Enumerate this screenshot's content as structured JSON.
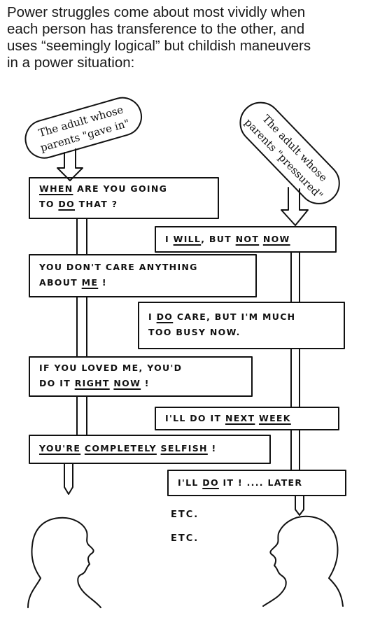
{
  "intro": {
    "line1": "Power struggles come about most vividly when",
    "line2": "each person has transference to the other, and",
    "line3": "uses “seemingly logical” but childish maneuvers",
    "line4": "in a power situation:"
  },
  "left_label": {
    "line1": "The adult whose",
    "line2": "parents \"gave in\""
  },
  "right_label": {
    "line1": "The adult whose",
    "line2": "parents \"pressured\""
  },
  "dialogue": {
    "b1": {
      "a": "WHEN",
      "b": " ARE YOU GOING",
      "c": "TO ",
      "d": "DO",
      "e": " THAT ?"
    },
    "b2": {
      "a": "I ",
      "b": "WILL",
      "c": ", BUT ",
      "d": "NOT",
      "e": " ",
      "f": "NOW"
    },
    "b3": {
      "a": "YOU DON'T CARE ANYTHING",
      "b": "ABOUT ",
      "c": "ME",
      "d": " !"
    },
    "b4": {
      "a": "I ",
      "b": "DO",
      "c": " CARE, BUT I'M MUCH",
      "d": "TOO BUSY NOW."
    },
    "b5": {
      "a": "IF YOU LOVED ME, YOU'D",
      "b": "DO IT ",
      "c": "RIGHT",
      "d": " ",
      "e": "NOW",
      "f": " !"
    },
    "b6": {
      "a": "I'LL DO IT ",
      "b": "NEXT",
      "c": " ",
      "d": "WEEK"
    },
    "b7": {
      "a": "YOU'RE",
      "b": " ",
      "c": "COMPLETELY",
      "d": " ",
      "e": "SELFISH",
      "f": " !"
    },
    "b8": {
      "a": "I'LL ",
      "b": "DO",
      "c": " IT ! .... LATER"
    }
  },
  "etc": {
    "first": "ETC.",
    "second": "ETC."
  }
}
